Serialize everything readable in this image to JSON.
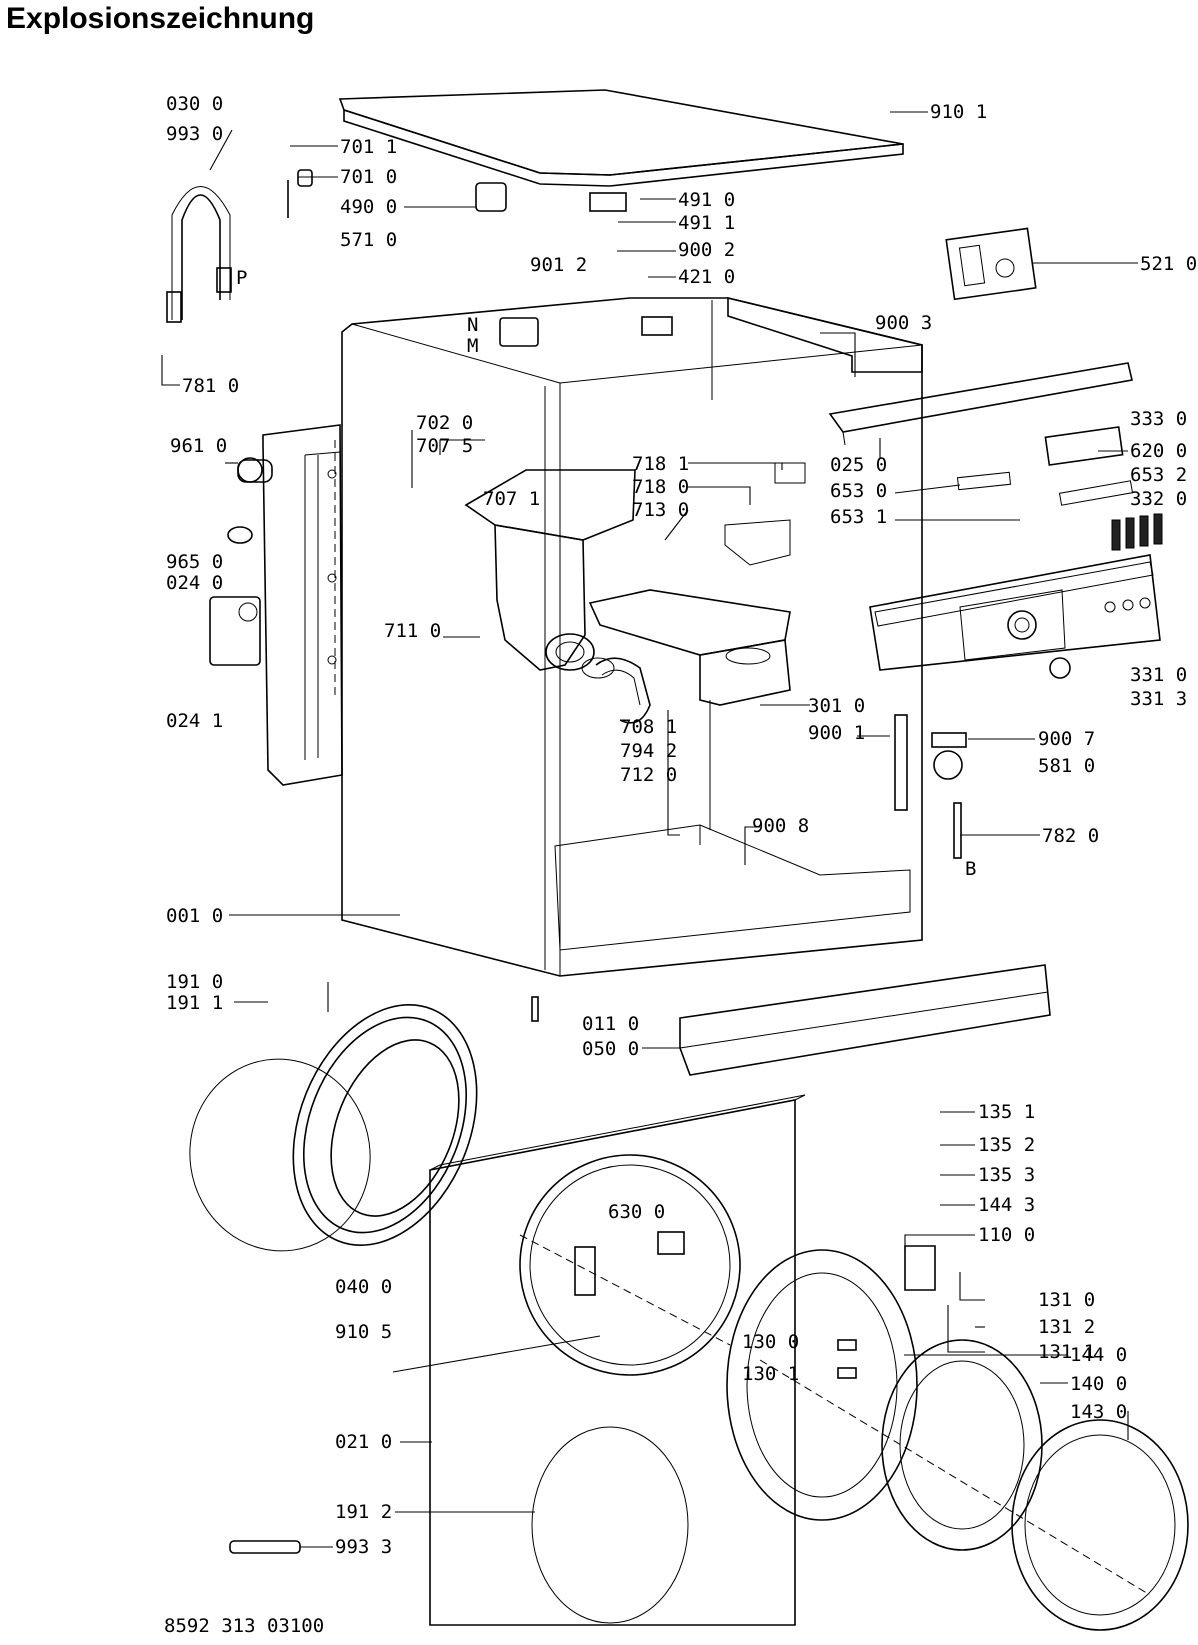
{
  "title": "Explosionszeichnung",
  "drawing_number": "8592 313 03100",
  "labels": [
    "030 0",
    "993 0",
    "701 1",
    "701 0",
    "490 0",
    "571 0",
    "491 0",
    "491 1",
    "910 1",
    "901 2",
    "900 2",
    "421 0",
    "521 0",
    "P",
    "N",
    "M",
    "781 0",
    "900 3",
    "961 0",
    "702 0",
    "707 5",
    "707 1",
    "965 0",
    "024 0",
    "024 1",
    "711 0",
    "718 1",
    "718 0",
    "713 0",
    "333 0",
    "025 0",
    "620 0",
    "653 0",
    "653 2",
    "653 1",
    "332 0",
    "331 0",
    "331 3",
    "301 0",
    "900 1",
    "900 7",
    "581 0",
    "708 1",
    "794 2",
    "712 0",
    "900 8",
    "782 0",
    "B",
    "001 0",
    "191 0",
    "191 1",
    "011 0",
    "050 0",
    "135 1",
    "135 2",
    "135 3",
    "144 3",
    "110 0",
    "630 0",
    "040 0",
    "131 0",
    "131 2",
    "131 1",
    "910 5",
    "130 0",
    "130 1",
    "144 0",
    "140 0",
    "143 0",
    "021 0",
    "191 2",
    "993 3"
  ]
}
